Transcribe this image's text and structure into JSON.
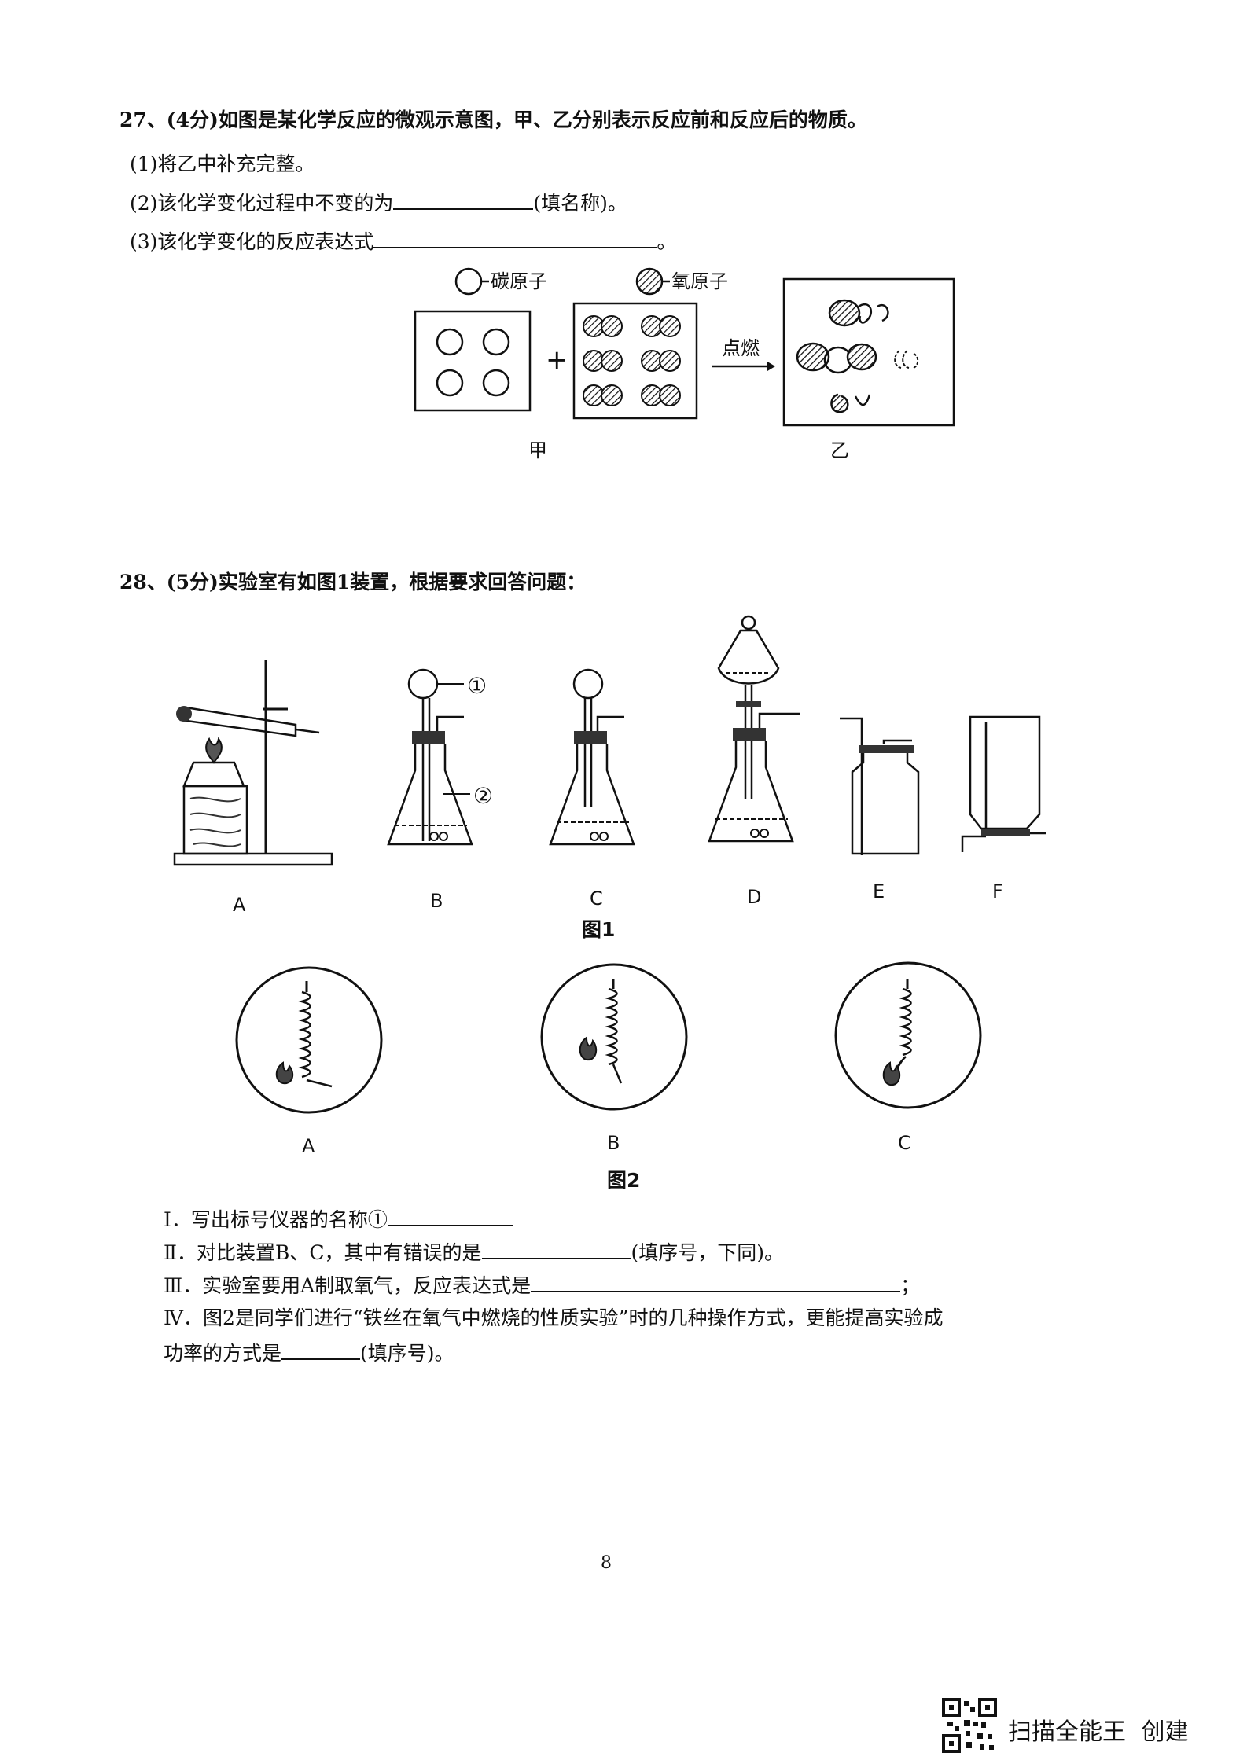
{
  "q27": {
    "title": "27、(4分)如图是某化学反应的微观示意图，甲、乙分别表示反应前和反应后的物质。",
    "items": [
      {
        "text": "(1)将乙中补充完整。",
        "suffix": ""
      },
      {
        "text": "(2)该化学变化过程中不变的为",
        "suffix": "(填名称)。"
      },
      {
        "text": "(3)该化学变化的反应表达式",
        "suffix": "。"
      }
    ],
    "legend": {
      "carbon": "碳原子",
      "oxygen": "氧原子"
    },
    "plus": "+",
    "arrow_label": "点燃",
    "box_labels": {
      "jia": "甲",
      "yi": "乙"
    }
  },
  "q28": {
    "title": "28、(5分)实验室有如图1装置，根据要求回答问题：",
    "fig1_labels": [
      "A",
      "B",
      "C",
      "D",
      "E",
      "F"
    ],
    "fig1_caption": "图1",
    "markers": [
      "①",
      "②"
    ],
    "fig2_labels": [
      "A",
      "B",
      "C"
    ],
    "fig2_caption": "图2",
    "questions": [
      {
        "text": "Ⅰ．写出标号仪器的名称①",
        "suffix": ""
      },
      {
        "text": "Ⅱ．对比装置B、C，其中有错误的是",
        "suffix": "(填序号，下同)。"
      },
      {
        "text": "Ⅲ．实验室要用A制取氧气，反应表达式是",
        "suffix": "；"
      },
      {
        "text": "Ⅳ．图2是同学们进行“铁丝在氧气中燃烧的性质实验”时的几种操作方式，更能提高实验成",
        "suffix": ""
      },
      {
        "text": "功率的方式是",
        "suffix": "(填序号)。"
      }
    ]
  },
  "page_number": "8",
  "footer": {
    "app_name": "扫描全能王",
    "action": "创建",
    "qr_icon": "qr-code-icon"
  }
}
